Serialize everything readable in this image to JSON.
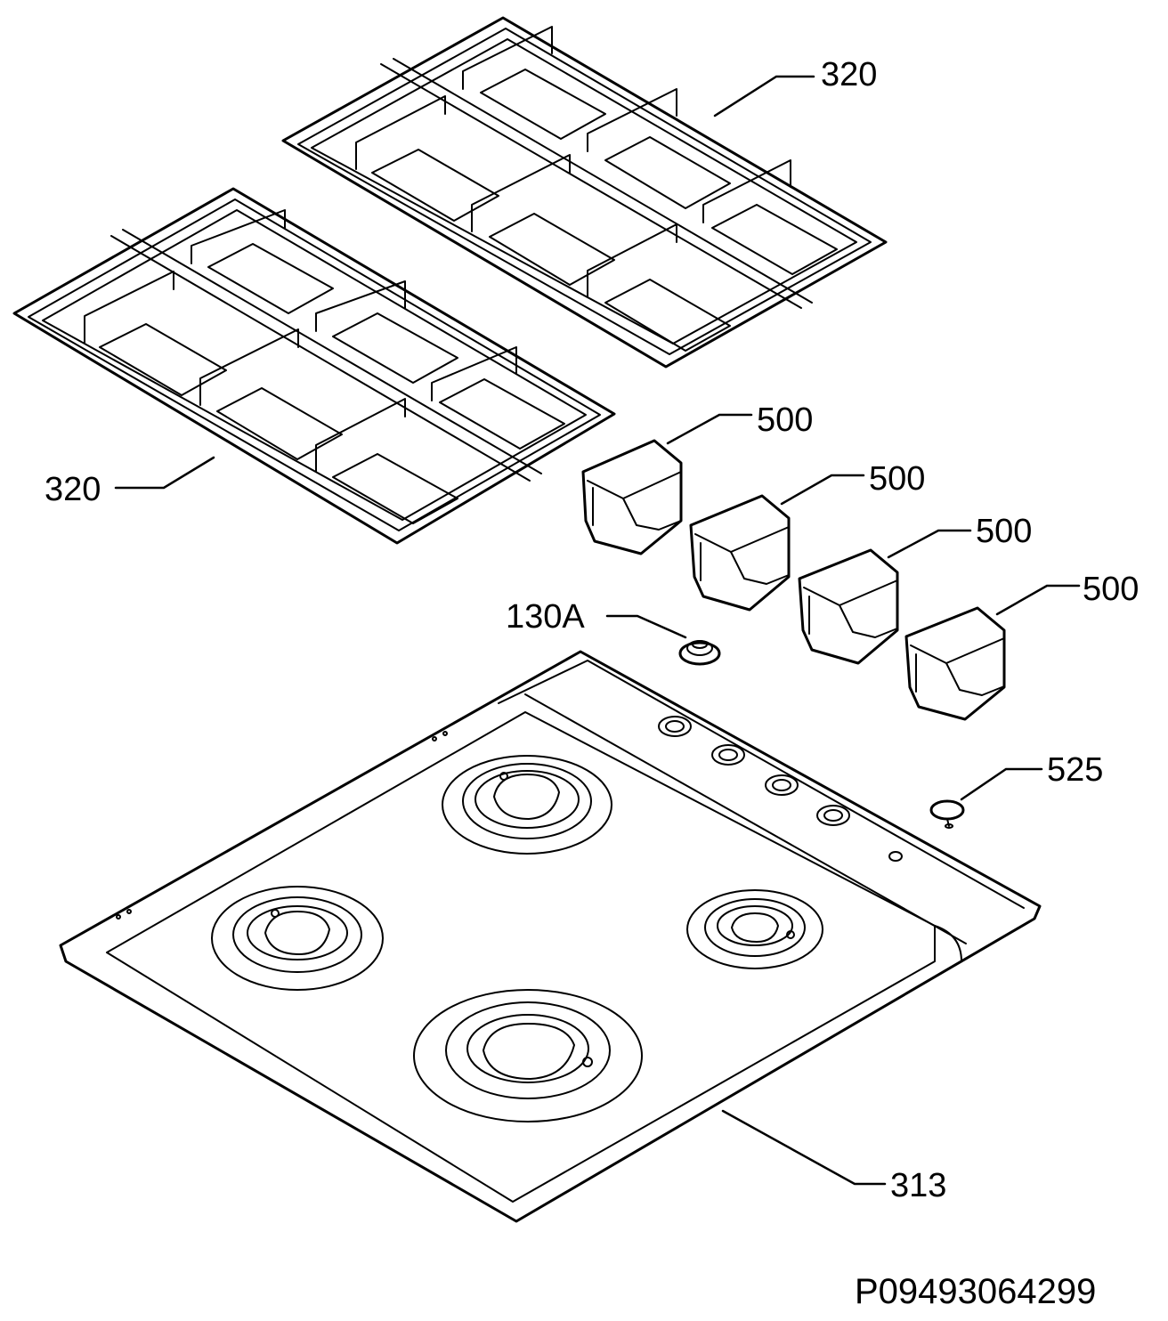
{
  "diagram": {
    "callouts": {
      "grid_right": "320",
      "grid_left": "320",
      "knob_1": "500",
      "knob_2": "500",
      "knob_3": "500",
      "knob_4": "500",
      "injector": "130A",
      "ignition_button": "525",
      "hob_top": "313"
    },
    "document_id": "P09493064299"
  }
}
